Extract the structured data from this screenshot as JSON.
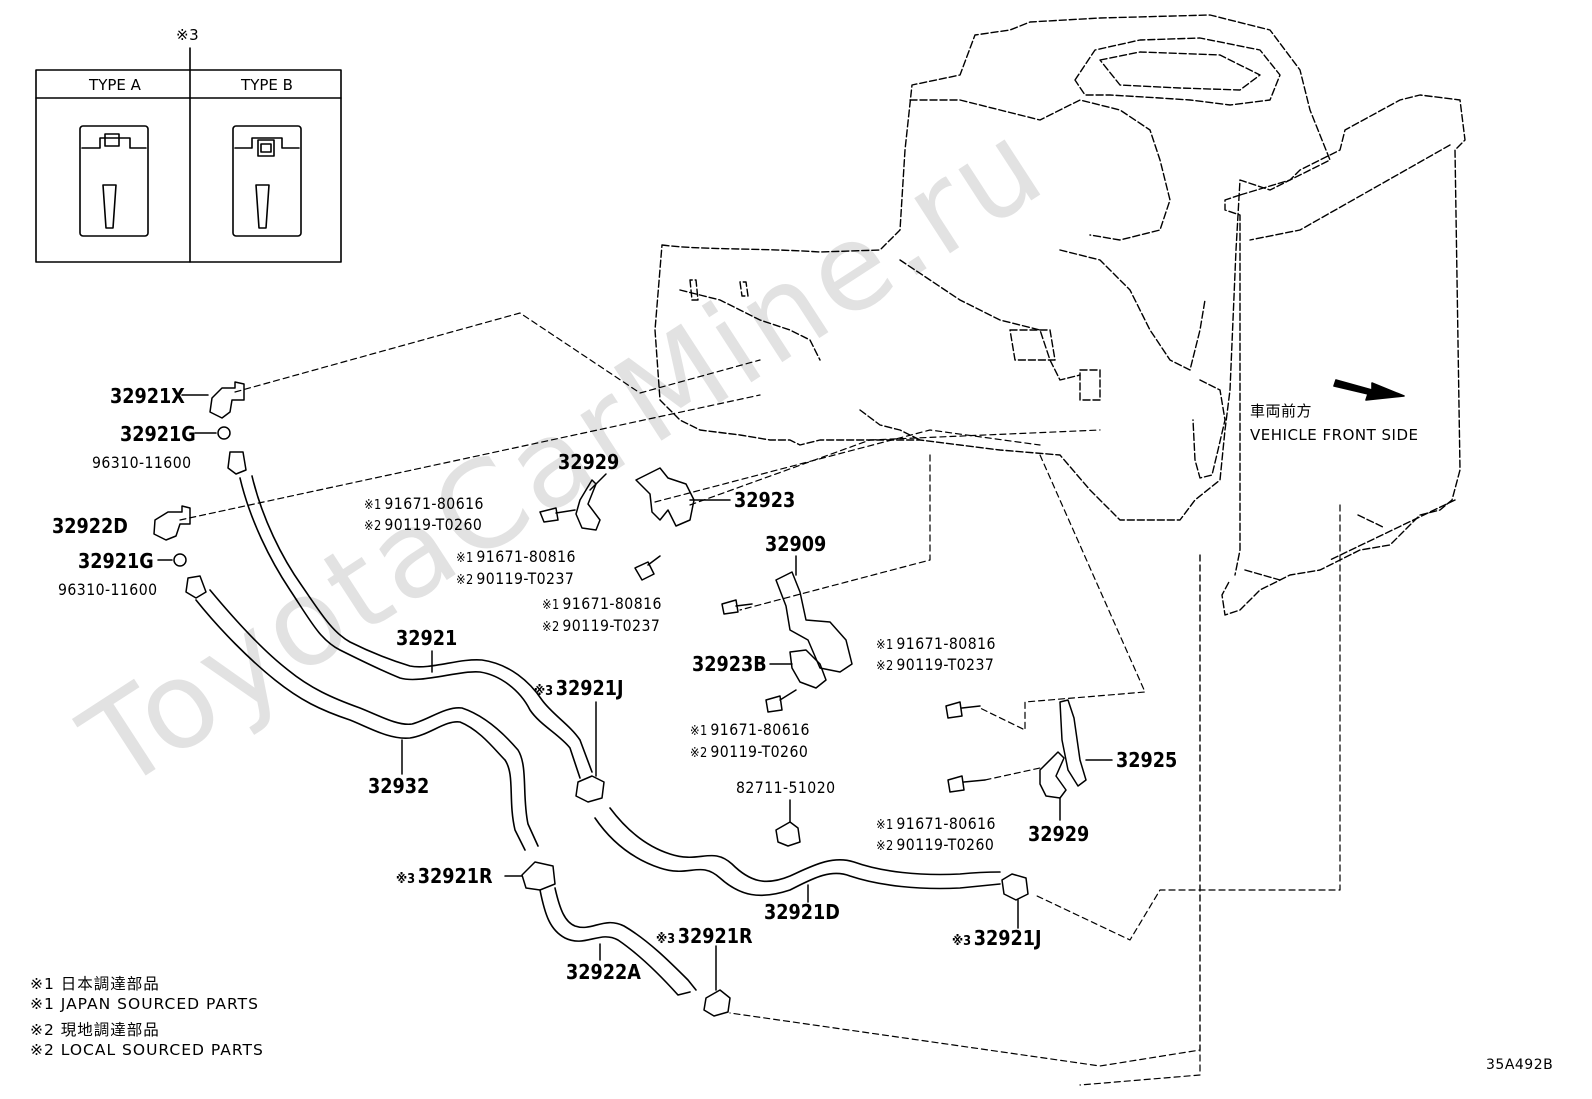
{
  "watermark": "ToyotaCarMine.ru",
  "diagram_code": "35A492B",
  "inset": {
    "note_mark": "※3",
    "type_a": "TYPE A",
    "type_b": "TYPE B"
  },
  "direction": {
    "jp": "車両前方",
    "en": "VEHICLE FRONT SIDE"
  },
  "legend": [
    "※1 日本調達部品",
    "※1 JAPAN SOURCED PARTS",
    "※2 現地調達部品",
    "※2 LOCAL SOURCED PARTS"
  ],
  "parts": {
    "p32921X": "32921X",
    "p32921G_a": "32921G",
    "p96310_a": "96310-11600",
    "p32922D": "32922D",
    "p32921G_b": "32921G",
    "p96310_b": "96310-11600",
    "p32929_top": "32929",
    "p32923": "32923",
    "p32909": "32909",
    "p32923B": "32923B",
    "p32921": "32921",
    "p32932": "32932",
    "p32921J_a": "32921J",
    "p32921R_a": "32921R",
    "p32922A": "32922A",
    "p32921R_b": "32921R",
    "p82711": "82711-51020",
    "p32921D": "32921D",
    "p32921J_b": "32921J",
    "p32925": "32925",
    "p32929_bot": "32929"
  },
  "alt_parts": {
    "b1_j": "91671-80616",
    "b1_l": "90119-T0260",
    "b2_j": "91671-80816",
    "b2_l": "90119-T0237",
    "b3_j": "91671-80816",
    "b3_l": "90119-T0237",
    "b4_j": "91671-80616",
    "b4_l": "90119-T0260",
    "b5_j": "91671-80816",
    "b5_l": "90119-T0237",
    "b6_j": "91671-80616",
    "b6_l": "90119-T0260"
  },
  "marks": {
    "m1": "※1",
    "m2": "※2",
    "m3": "※3"
  }
}
